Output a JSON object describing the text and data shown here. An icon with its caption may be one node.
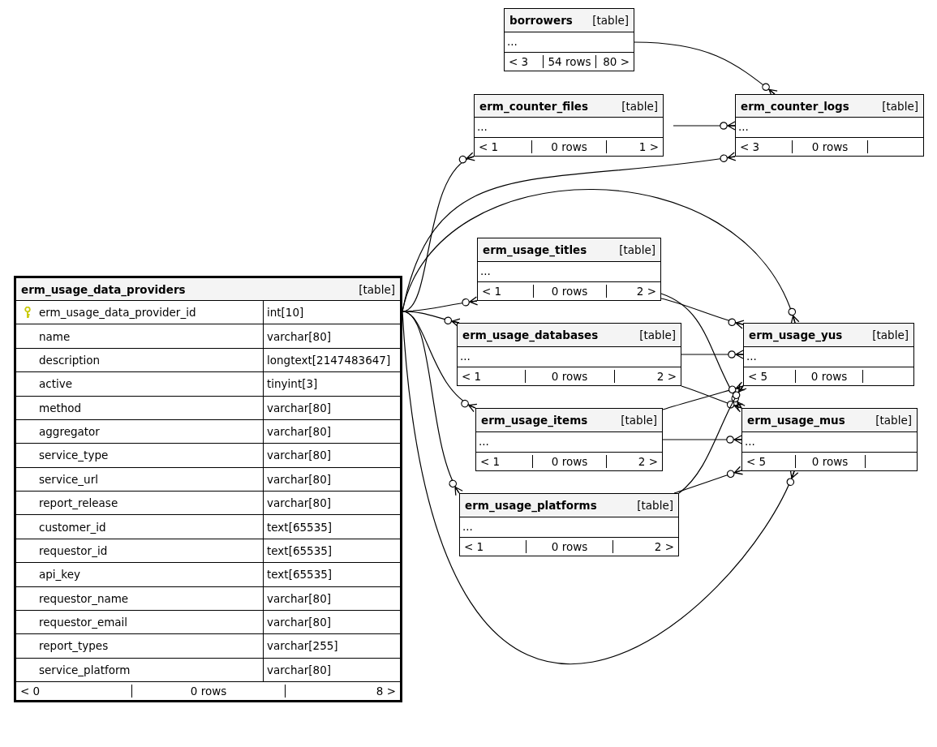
{
  "diagram": {
    "nodes": [
      {
        "text": [
          "borrowers",
          "[table]",
          "..."
        ]
      },
      {
        "text": [
          "< 3",
          "54 rows",
          "80 >"
        ],
        "in": 0
      },
      {
        "text": [
          "erm_counter_files",
          "[table]",
          "..."
        ]
      },
      {
        "text": [
          "< 1",
          "0 rows",
          "1 >"
        ],
        "in": 2
      },
      {
        "text": [
          "erm_counter_logs",
          "[table]",
          "..."
        ]
      },
      {
        "text": [
          "< 3",
          "0 rows"
        ],
        "in": 4
      },
      {
        "text": [
          "erm_usage_data_providers",
          "[table]",
          "erm_usage_data_provider_id",
          "int[10]",
          "name",
          "varchar[80]",
          "description",
          "longtext[2147483647]",
          "active",
          "tinyint[3]",
          "method",
          "varchar[80]",
          "aggregator",
          "varchar[80]",
          "service_type",
          "varchar[80]",
          "service_url",
          "varchar[80]",
          "report_release",
          "varchar[80]",
          "customer_id",
          "text[65535]",
          "requestor_id",
          "text[65535]",
          "api_key",
          "text[65535]",
          "requestor_name",
          "varchar[80]",
          "requestor_email",
          "varchar[80]",
          "report_types",
          "varchar[255]",
          "service_platform",
          "varchar[80]"
        ]
      },
      {
        "text": [
          "< 0",
          "0 rows",
          "8 >"
        ],
        "in": 6
      },
      {
        "text": [
          "erm_usage_titles",
          "[table]",
          "..."
        ]
      },
      {
        "text": [
          "< 1",
          "0 rows",
          "2 >"
        ],
        "in": 8
      },
      {
        "text": [
          "erm_usage_databases",
          "[table]",
          "..."
        ]
      },
      {
        "text": [
          "< 1",
          "0 rows",
          "2 >"
        ],
        "in": 10
      },
      {
        "text": [
          "erm_usage_yus",
          "[table]",
          "..."
        ]
      },
      {
        "text": [
          "< 5",
          "0 rows"
        ],
        "in": 12
      },
      {
        "text": [
          "erm_usage_items",
          "[table]",
          "..."
        ]
      },
      {
        "text": [
          "< 1",
          "0 rows",
          "2 >"
        ],
        "in": 14
      },
      {
        "text": [
          "erm_usage_mus",
          "[table]",
          "..."
        ]
      },
      {
        "text": [
          "< 5",
          "0 rows"
        ],
        "in": 16
      },
      {
        "text": [
          "erm_usage_platforms",
          "[table]",
          "..."
        ]
      },
      {
        "text": [
          "< 1",
          "0 rows",
          "2 >"
        ],
        "in": 18
      }
    ],
    "edges": [
      {
        "from": 0,
        "to": 4,
        "arrow": "other"
      },
      {
        "from": 2,
        "to": 4,
        "arrow": "other"
      },
      {
        "from": 6,
        "to": 2,
        "arrow": "other"
      },
      {
        "from": 6,
        "to": 4,
        "arrow": "other"
      },
      {
        "from": 6,
        "to": 12,
        "arrow": "other"
      },
      {
        "from": 6,
        "to": 8,
        "arrow": "other"
      },
      {
        "from": 6,
        "to": 10,
        "arrow": "other"
      },
      {
        "from": 6,
        "to": 14,
        "arrow": "other"
      },
      {
        "from": 6,
        "to": 18,
        "arrow": "other"
      },
      {
        "from": 6,
        "to": 16,
        "arrow": "other"
      },
      {
        "from": 8,
        "to": 12,
        "arrow": "other"
      },
      {
        "from": 8,
        "to": 16,
        "arrow": "other"
      },
      {
        "from": 10,
        "to": 12,
        "arrow": "other"
      },
      {
        "from": 10,
        "to": 16,
        "arrow": "other"
      },
      {
        "from": 14,
        "to": 12,
        "arrow": "other"
      },
      {
        "from": 14,
        "to": 16,
        "arrow": "other"
      },
      {
        "from": 18,
        "to": 12,
        "arrow": "other"
      },
      {
        "from": 18,
        "to": 16,
        "arrow": "other"
      }
    ]
  }
}
